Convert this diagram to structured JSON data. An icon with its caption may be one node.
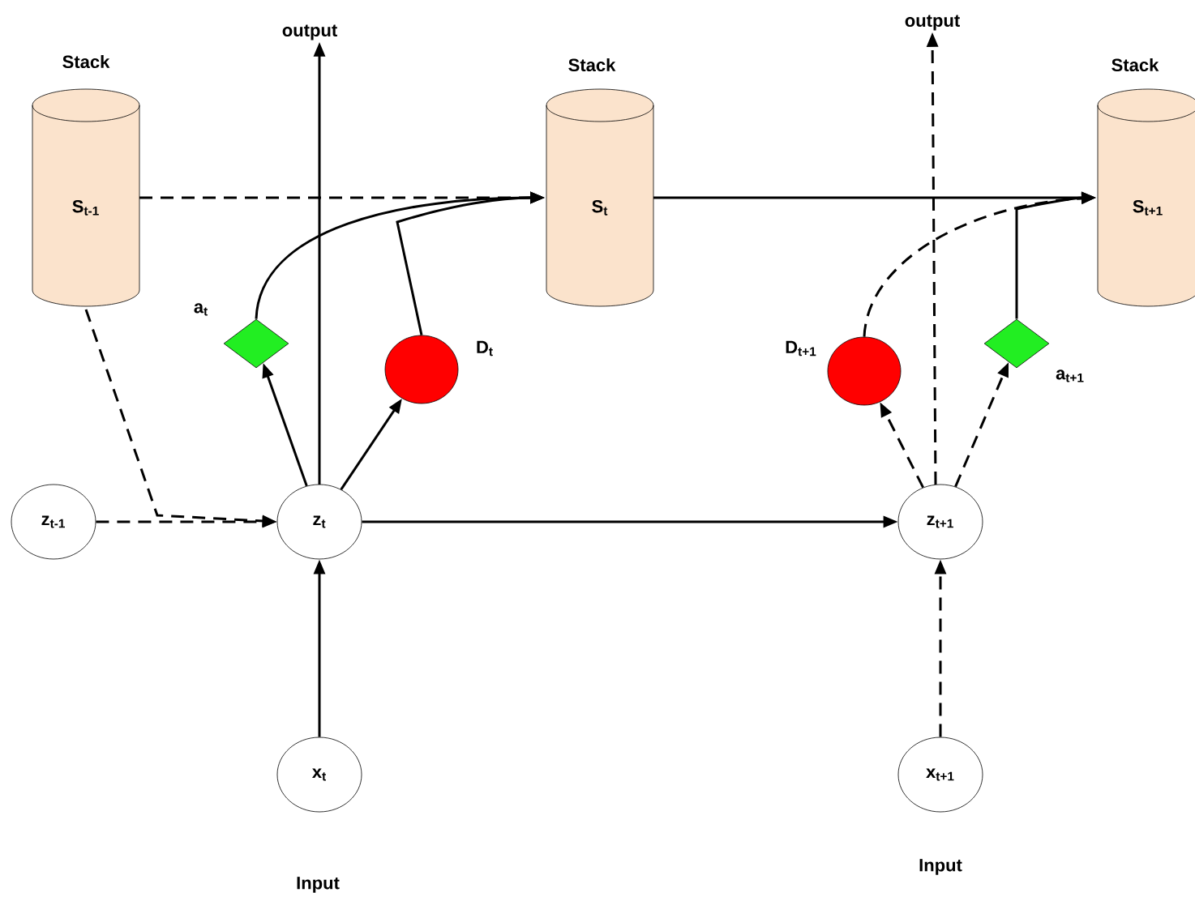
{
  "diagram": {
    "nodes": [
      {
        "text": [
          "Stack",
          "S$_{t-1}$"
        ]
      },
      {
        "text": [
          "Stack",
          "S$_{t}$"
        ]
      },
      {
        "text": [
          "Stack",
          "S$_{t+1}$"
        ]
      },
      {
        "text": [],
        "shape": "diamond",
        "beside": [
          "a$_{t}$"
        ]
      },
      {
        "text": [],
        "shape": "circle",
        "beside": [
          "D$_{t}$"
        ]
      },
      {
        "text": [],
        "shape": "circle",
        "beside": [
          "D$_{t+1}$"
        ]
      },
      {
        "text": [],
        "shape": "diamond",
        "beside": [
          "a$_{t+1}$"
        ]
      },
      {
        "text": [
          "z$_{t-1}$"
        ]
      },
      {
        "text": [
          "z$_{t}$"
        ]
      },
      {
        "text": [
          "z$_{t+1}$"
        ]
      },
      {
        "text": [
          "x$_{t}$"
        ]
      },
      {
        "text": [
          "x$_{t+1}$"
        ]
      },
      {
        "text": [
          "output"
        ]
      },
      {
        "text": [
          "output"
        ]
      }
    ],
    "edges": [
      {
        "from": 0,
        "to": 1,
        "arrow": "to",
        "style": "dashed"
      },
      {
        "from": 0,
        "to": 8,
        "arrow": "to",
        "style": "dashed"
      },
      {
        "from": 7,
        "to": 8,
        "arrow": "to",
        "style": "dashed"
      },
      {
        "from": 10,
        "to": 8,
        "arrow": "to"
      },
      {
        "from": 8,
        "to": 12,
        "arrow": "to"
      },
      {
        "from": 8,
        "to": 3,
        "arrow": "to"
      },
      {
        "from": 8,
        "to": 4,
        "arrow": "to"
      },
      {
        "from": 3,
        "to": 1,
        "arrow": "to"
      },
      {
        "from": 4,
        "to": 1,
        "arrow": "to"
      },
      {
        "from": 1,
        "to": 2,
        "arrow": "to"
      },
      {
        "from": 8,
        "to": 9,
        "arrow": "to"
      },
      {
        "from": 11,
        "to": 9,
        "arrow": "to",
        "style": "dashed"
      },
      {
        "from": 9,
        "to": 13,
        "arrow": "to",
        "style": "dashed"
      },
      {
        "from": 9,
        "to": 5,
        "arrow": "to",
        "style": "dashed"
      },
      {
        "from": 9,
        "to": 6,
        "arrow": "to",
        "style": "dashed"
      },
      {
        "from": 5,
        "to": 2,
        "arrow": "to",
        "style": "dashed"
      },
      {
        "from": 6,
        "to": 2,
        "arrow": "to"
      }
    ],
    "labels": [
      "Input",
      "Input"
    ]
  }
}
